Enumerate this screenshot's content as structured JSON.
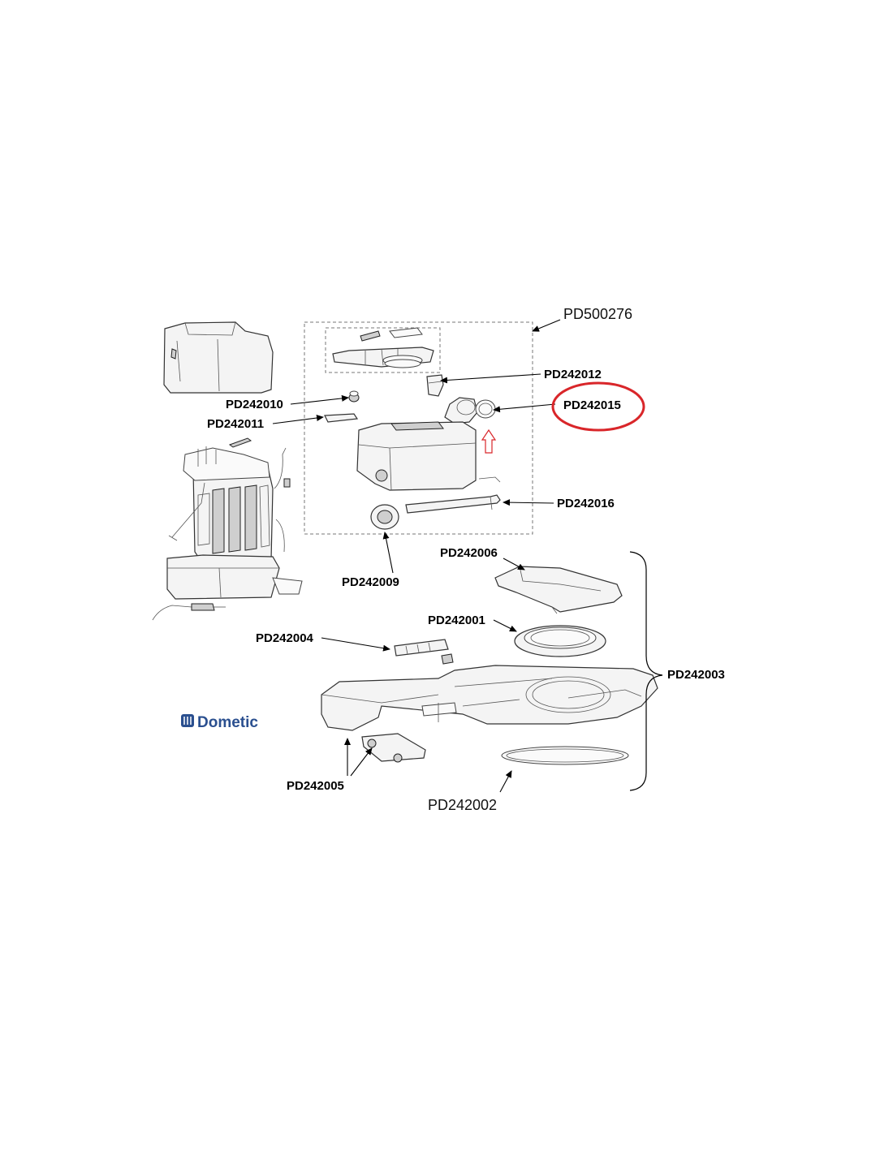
{
  "labels": {
    "kit": "PD500276",
    "p12": "PD242012",
    "p15": "PD242015",
    "p10": "PD242010",
    "p11": "PD242011",
    "p16": "PD242016",
    "p09": "PD242009",
    "p06": "PD242006",
    "p01": "PD242001",
    "p04": "PD242004",
    "p03": "PD242003",
    "p05": "PD242005",
    "p02": "PD242002"
  },
  "brand": {
    "name": "Dometic",
    "color": "#2a4f8f"
  },
  "highlight": {
    "color": "#d9262a",
    "marker": "up-arrow-icon"
  }
}
